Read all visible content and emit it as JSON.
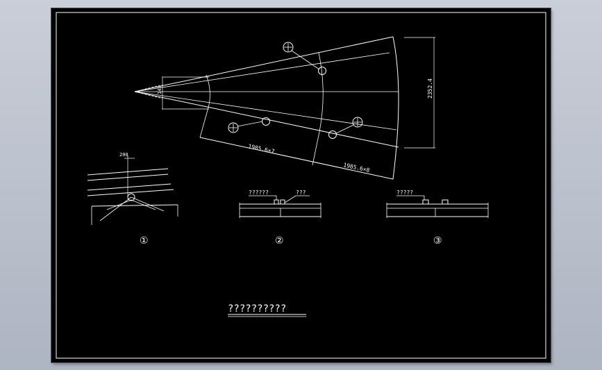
{
  "drawing": {
    "dimensions": {
      "arc_height": "2352.4",
      "segment_1": "1985.6×7",
      "segment_2": "1985.6×8",
      "small_width": "200",
      "tip_width": "143"
    },
    "detail_labels": {
      "mark_a": "??????",
      "mark_b": "???",
      "mark_c": "?????"
    },
    "view_numbers": [
      "①",
      "②",
      "③"
    ],
    "title": "??????????"
  }
}
